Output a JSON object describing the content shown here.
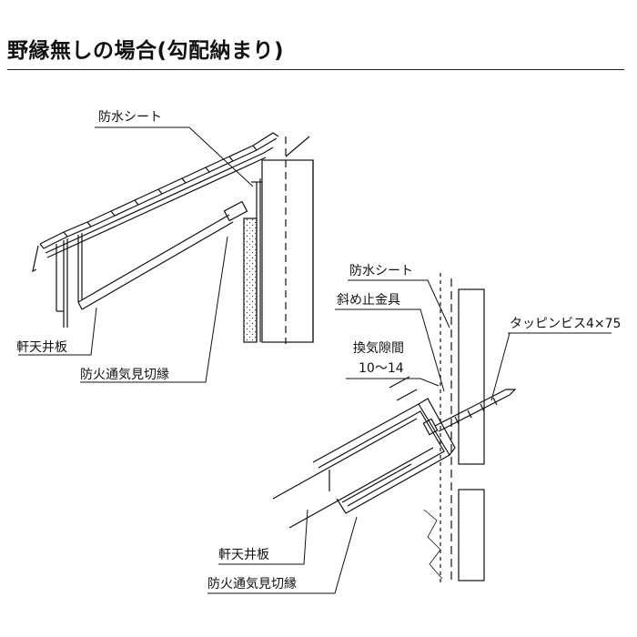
{
  "title": "野縁無しの場合(勾配納まり)",
  "labels": {
    "top_waterproof": "防水シート",
    "top_soffit": "軒天井板",
    "top_firestop": "防火通気見切縁",
    "det_waterproof": "防水シート",
    "det_bracket": "斜め止金具",
    "det_screw": "タッピンビス4×75",
    "det_vent_title": "換気隙間",
    "det_vent_value": "10～14",
    "det_soffit": "軒天井板",
    "det_firestop": "防火通気見切縁"
  }
}
